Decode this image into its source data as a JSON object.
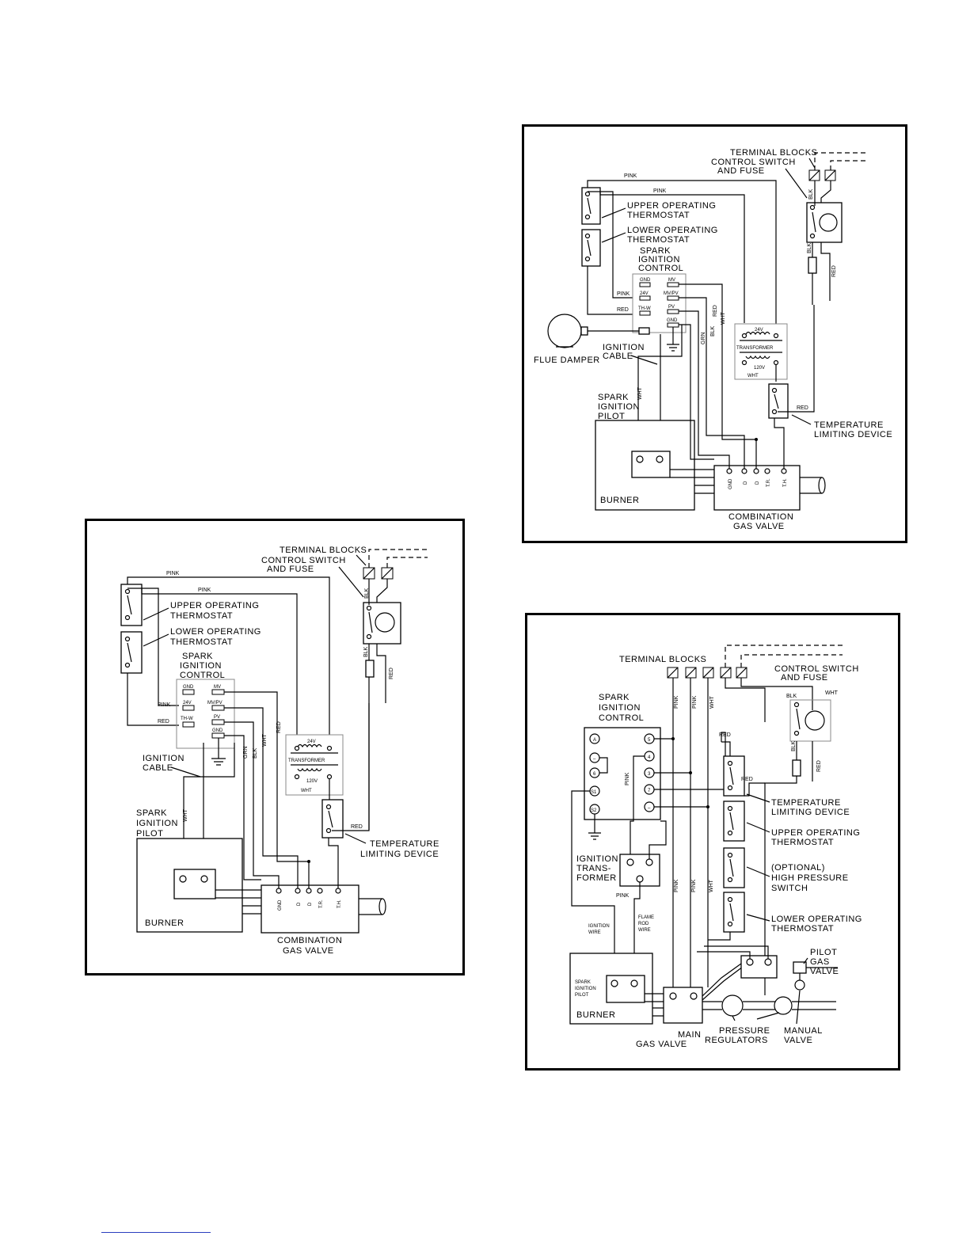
{
  "diagram_a": {
    "terminal_blocks": "TERMINAL BLOCKS",
    "control_switch_1": "CONTROL SWITCH",
    "control_switch_2": "AND FUSE",
    "upper_1": "UPPER OPERATING",
    "upper_2": "THERMOSTAT",
    "lower_1": "LOWER OPERATING",
    "lower_2": "THERMOSTAT",
    "spark_1": "SPARK",
    "spark_2": "IGNITION",
    "spark_3": "CONTROL",
    "terminals_left": [
      "GND",
      "24V",
      "TH-W"
    ],
    "terminals_right": [
      "MV",
      "MV/PV",
      "PV",
      "GND"
    ],
    "ignition_cable_1": "IGNITION",
    "ignition_cable_2": "CABLE",
    "pilot_1": "SPARK",
    "pilot_2": "IGNITION",
    "pilot_3": "PILOT",
    "burner": "BURNER",
    "transformer": "TRANSFORMER",
    "v24": "24V",
    "v120": "120V",
    "tld_1": "TEMPERATURE",
    "tld_2": "LIMITING DEVICE",
    "gas_valve_1": "COMBINATION",
    "gas_valve_2": "GAS VALVE",
    "valve_terms": [
      "GND",
      "D",
      "D",
      "T.R.",
      "T.H."
    ],
    "flue_damper": "FLUE DAMPER",
    "wires": {
      "pink": "PINK",
      "red": "RED",
      "wht": "WHT",
      "blk": "BLK",
      "grn": "GRN"
    }
  },
  "diagram_b": {
    "terminal_blocks": "TERMINAL BLOCKS",
    "control_switch_1": "CONTROL SWITCH",
    "control_switch_2": "AND FUSE",
    "spark_1": "SPARK",
    "spark_2": "IGNITION",
    "spark_3": "CONTROL",
    "ctrl_terms_left": [
      "A",
      "–",
      "6",
      "S1",
      "S2"
    ],
    "ctrl_terms_right": [
      "5",
      "4",
      "3",
      "7",
      "–"
    ],
    "tld_1": "TEMPERATURE",
    "tld_2": "LIMITING DEVICE",
    "upper_1": "UPPER OPERATING",
    "upper_2": "THERMOSTAT",
    "hp_1": "(OPTIONAL)",
    "hp_2": "HIGH PRESSURE",
    "hp_3": "SWITCH",
    "lower_1": "LOWER OPERATING",
    "lower_2": "THERMOSTAT",
    "ign_tr_1": "IGNITION",
    "ign_tr_2": "TRANS-",
    "ign_tr_3": "FORMER",
    "ign_wire_1": "IGNITION",
    "ign_wire_2": "WIRE",
    "flame_1": "FLAME",
    "flame_2": "ROD",
    "flame_3": "WIRE",
    "pilot_1": "SPARK",
    "pilot_2": "IGNITION",
    "pilot_3": "PILOT",
    "burner": "BURNER",
    "main_valve_1": "MAIN",
    "main_valve_2": "GAS VALVE",
    "pressure_1": "PRESSURE",
    "pressure_2": "REGULATORS",
    "manual_1": "MANUAL",
    "manual_2": "VALVE",
    "pilot_gas_1": "PILOT",
    "pilot_gas_2": "GAS",
    "pilot_gas_3": "VALVE",
    "wires": {
      "pink": "PINK",
      "red": "RED",
      "wht": "WHT",
      "blk": "BLK"
    }
  }
}
